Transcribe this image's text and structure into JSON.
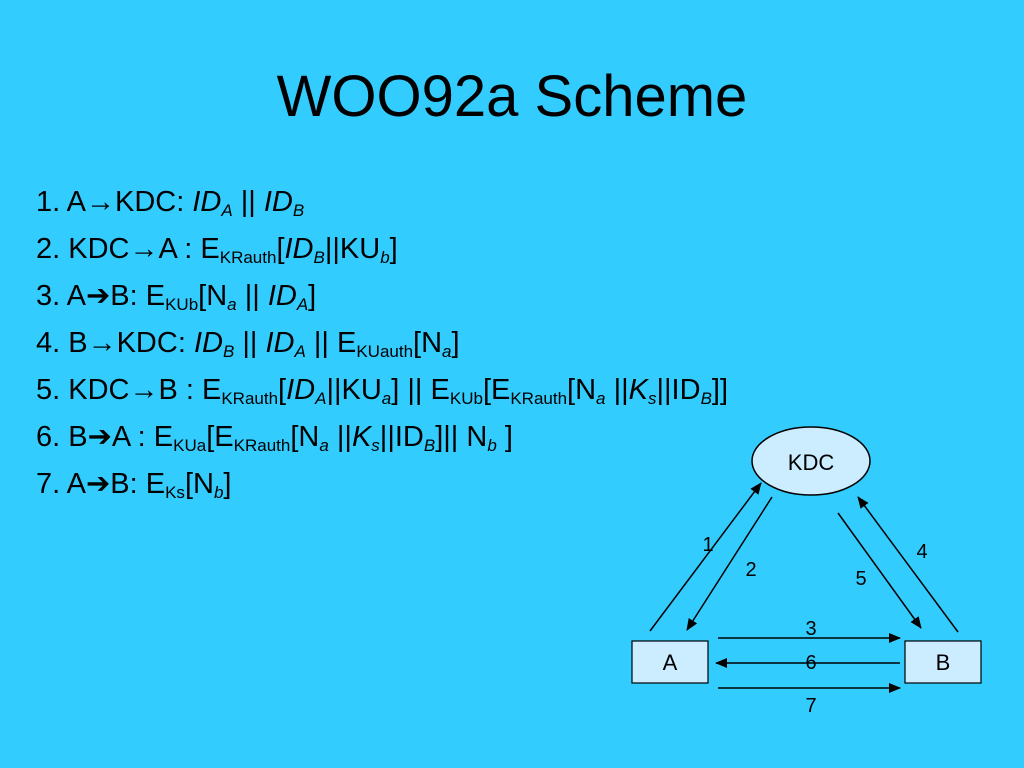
{
  "title": "WOO92a Scheme",
  "steps": [
    [
      {
        "t": "1. A→KDC:  "
      },
      {
        "t": "ID",
        "i": true
      },
      {
        "t": "A",
        "i": true,
        "s": true
      },
      {
        "t": " || "
      },
      {
        "t": "ID",
        "i": true
      },
      {
        "t": "B",
        "i": true,
        "s": true
      }
    ],
    [
      {
        "t": "2. KDC→A : E"
      },
      {
        "t": "KRauth",
        "s": true
      },
      {
        "t": "["
      },
      {
        "t": "ID",
        "i": true
      },
      {
        "t": "B",
        "i": true,
        "s": true
      },
      {
        "t": "||KU"
      },
      {
        "t": "b",
        "i": true,
        "s": true
      },
      {
        "t": "]"
      }
    ],
    [
      {
        "t": "3. A➔B: E"
      },
      {
        "t": "KUb",
        "s": true
      },
      {
        "t": "[N"
      },
      {
        "t": "a",
        "i": true,
        "s": true
      },
      {
        "t": " || "
      },
      {
        "t": "ID",
        "i": true
      },
      {
        "t": "A",
        "i": true,
        "s": true
      },
      {
        "t": "]"
      }
    ],
    [
      {
        "t": "4. B→KDC: "
      },
      {
        "t": "ID",
        "i": true
      },
      {
        "t": "B",
        "i": true,
        "s": true
      },
      {
        "t": " || "
      },
      {
        "t": "ID",
        "i": true
      },
      {
        "t": "A",
        "i": true,
        "s": true
      },
      {
        "t": " || E"
      },
      {
        "t": "KUauth",
        "s": true
      },
      {
        "t": "[N"
      },
      {
        "t": "a",
        "i": true,
        "s": true
      },
      {
        "t": "]"
      }
    ],
    [
      {
        "t": "5. KDC→B : E"
      },
      {
        "t": "KRauth",
        "s": true
      },
      {
        "t": "["
      },
      {
        "t": "ID",
        "i": true
      },
      {
        "t": "A",
        "i": true,
        "s": true
      },
      {
        "t": "||KU"
      },
      {
        "t": "a",
        "i": true,
        "s": true
      },
      {
        "t": "] || E"
      },
      {
        "t": "KUb",
        "s": true
      },
      {
        "t": "[E"
      },
      {
        "t": "KRauth",
        "s": true
      },
      {
        "t": "[N"
      },
      {
        "t": "a",
        "i": true,
        "s": true
      },
      {
        "t": " ||"
      },
      {
        "t": "K",
        "i": true
      },
      {
        "t": "s",
        "i": true,
        "s": true
      },
      {
        "t": "||ID"
      },
      {
        "t": "B",
        "i": true,
        "s": true
      },
      {
        "t": "]]"
      }
    ],
    [
      {
        "t": "6. B➔A : E"
      },
      {
        "t": "KUa",
        "s": true
      },
      {
        "t": "[E"
      },
      {
        "t": "KRauth",
        "s": true
      },
      {
        "t": "[N"
      },
      {
        "t": "a",
        "i": true,
        "s": true
      },
      {
        "t": " ||"
      },
      {
        "t": "K",
        "i": true
      },
      {
        "t": "s",
        "i": true,
        "s": true
      },
      {
        "t": "||ID"
      },
      {
        "t": "B",
        "i": true,
        "s": true
      },
      {
        "t": "]|| N"
      },
      {
        "t": "b",
        "i": true,
        "s": true
      },
      {
        "t": " ]"
      }
    ],
    [
      {
        "t": "7. A➔B: E"
      },
      {
        "t": "Ks",
        "s": true
      },
      {
        "t": "[N"
      },
      {
        "t": "b",
        "i": true,
        "s": true
      },
      {
        "t": "]"
      }
    ]
  ],
  "diagram": {
    "kdc_label": "KDC",
    "a_label": "A",
    "b_label": "B",
    "arrow_labels": [
      "1",
      "2",
      "3",
      "4",
      "5",
      "6",
      "7"
    ]
  },
  "colors": {
    "background": "#33ccff",
    "kdc_fill": "#ccecff",
    "box_fill": "#ccecff"
  }
}
